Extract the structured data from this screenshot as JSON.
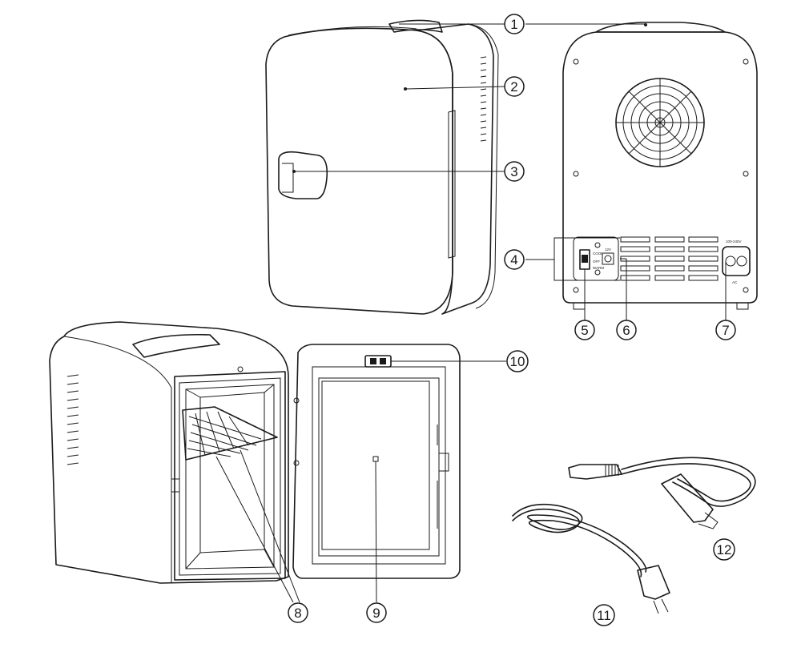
{
  "diagram": {
    "callouts": [
      {
        "id": "1",
        "label": "1",
        "part": "top-handle"
      },
      {
        "id": "2",
        "label": "2",
        "part": "cabinet-body"
      },
      {
        "id": "3",
        "label": "3",
        "part": "door-handle"
      },
      {
        "id": "4",
        "label": "4",
        "part": "control-switch-panel"
      },
      {
        "id": "5",
        "label": "5",
        "part": "power-switch"
      },
      {
        "id": "6",
        "label": "6",
        "part": "dc-12v-socket"
      },
      {
        "id": "7",
        "label": "7",
        "part": "ac-socket"
      },
      {
        "id": "8",
        "label": "8",
        "part": "removable-shelf"
      },
      {
        "id": "9",
        "label": "9",
        "part": "door-storage-area"
      },
      {
        "id": "10",
        "label": "10",
        "part": "door-magnet-latch"
      },
      {
        "id": "11",
        "label": "11",
        "part": "ac-power-cord"
      },
      {
        "id": "12",
        "label": "12",
        "part": "dc-car-cord"
      }
    ],
    "control_panel": {
      "cool": "COOL",
      "off": "OFF",
      "warm": "WARM",
      "dc": "12V",
      "ac_voltage": "100-240V",
      "ac": "AC"
    }
  }
}
